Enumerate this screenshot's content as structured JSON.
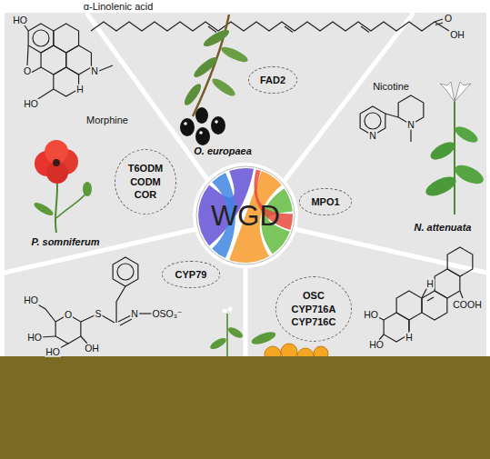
{
  "diagram": {
    "nodes": [
      {
        "text": [
          "WGD"
        ]
      },
      {
        "text": [
          "FAD2"
        ]
      },
      {
        "text": [
          "MPO1"
        ]
      },
      {
        "text": [
          "OSC",
          "CYP716A",
          "CYP716C"
        ]
      },
      {
        "text": [
          "T6ODM",
          "CODM",
          "COR"
        ]
      },
      {
        "text": [
          "CYP79"
        ]
      }
    ],
    "labels": [
      "α-Linolenic acid",
      "O",
      "OH",
      "O. europaea",
      "Nicotine",
      "N",
      "N",
      "N. attenuata",
      "COOH",
      "HO",
      "HO",
      "H",
      "H",
      "HO",
      "O",
      "HO",
      "H",
      "N",
      "Morphine",
      "P. somniferum",
      "HO",
      "O",
      "HO",
      "HO",
      "OH",
      "S",
      "N",
      "OSO₃⁻"
    ]
  }
}
